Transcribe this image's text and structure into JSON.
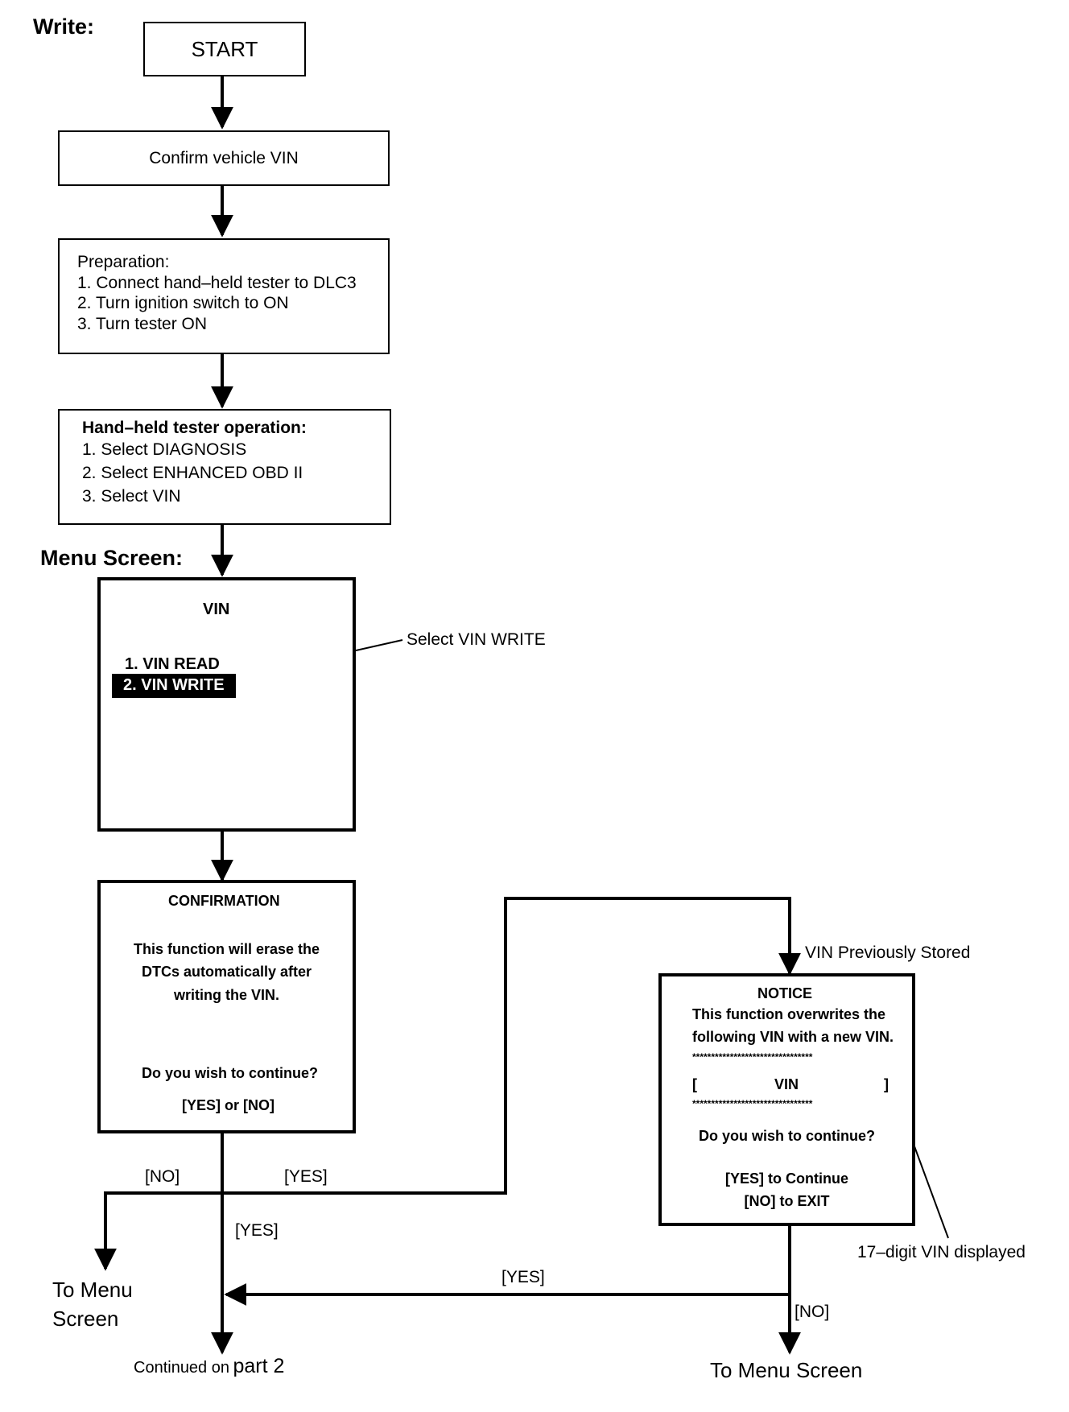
{
  "write_label": "Write:",
  "menu_screen_label": "Menu Screen:",
  "start_box": "START",
  "confirm_box": "Confirm vehicle VIN",
  "preparation": {
    "title": "Preparation:",
    "steps": [
      "1. Connect hand–held tester to DLC3",
      "2. Turn ignition switch to ON",
      "3. Turn tester ON"
    ]
  },
  "tester_operation": {
    "title": "Hand–held tester operation:",
    "steps": [
      "1. Select DIAGNOSIS",
      "2. Select ENHANCED OBD II",
      "3. Select VIN"
    ]
  },
  "menu_screen": {
    "title": "VIN",
    "items": [
      "1. VIN READ",
      "2. VIN WRITE"
    ],
    "callout": "Select VIN WRITE"
  },
  "confirmation_screen": {
    "title": "CONFIRMATION",
    "lines": [
      "This function will erase the",
      "DTCs automatically after",
      "writing the VIN."
    ],
    "question": "Do you wish to continue?",
    "options": "[YES] or [NO]"
  },
  "notice_screen": {
    "title": "NOTICE",
    "lines": [
      "This function overwrites the",
      "following VIN with a new VIN."
    ],
    "stars": "********************************",
    "vin_bracket_open": "[",
    "vin_label": "VIN",
    "vin_bracket_close": "]",
    "question": "Do you wish to continue?",
    "option_yes": "[YES] to Continue",
    "option_no": "[NO] to EXIT",
    "callout": "17–digit VIN displayed",
    "entry_label": "VIN Previously Stored"
  },
  "branch_labels": {
    "no_left": "[NO]",
    "yes_right": "[YES]",
    "yes_down": "[YES]",
    "yes_return": "[YES]",
    "no_notice": "[NO]"
  },
  "terminals": {
    "to_menu_left_line1": "To Menu",
    "to_menu_left_line2": "Screen",
    "continued_prefix": "Continued on",
    "continued_part": "part 2",
    "to_menu_right": "To Menu Screen"
  }
}
